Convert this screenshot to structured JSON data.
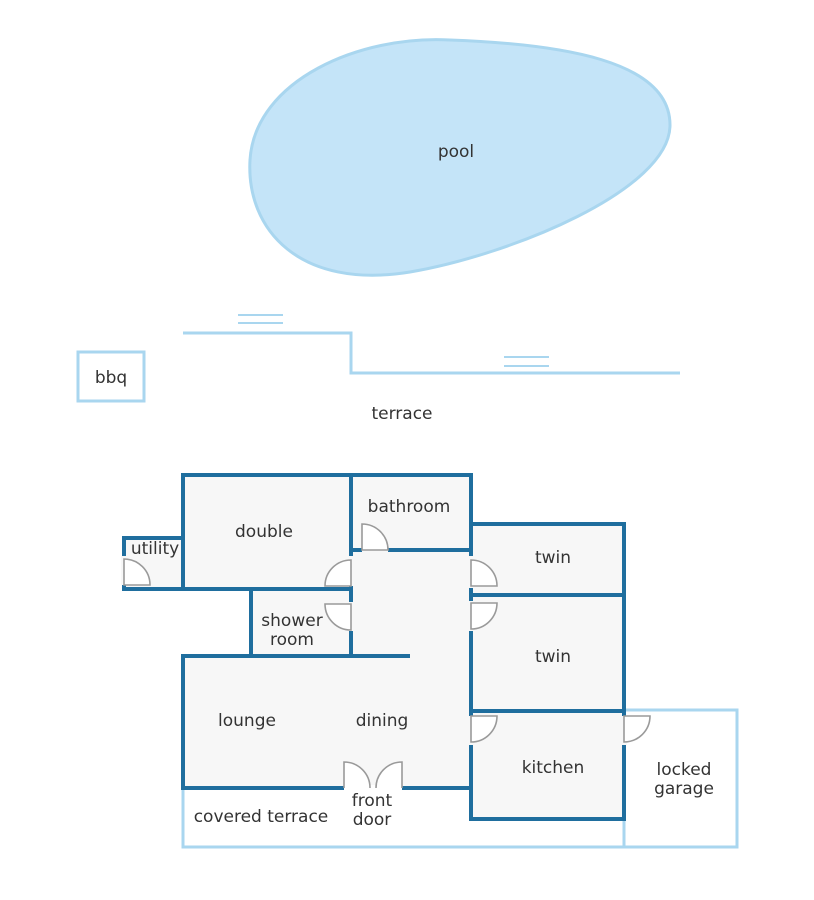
{
  "labels": {
    "pool": "pool",
    "bbq": "bbq",
    "terrace": "terrace",
    "utility": "utility",
    "double": "double",
    "bathroom": "bathroom",
    "twin_upper": "twin",
    "twin_lower": "twin",
    "shower_room_line1": "shower",
    "shower_room_line2": "room",
    "lounge": "lounge",
    "dining": "dining",
    "kitchen": "kitchen",
    "locked_garage_line1": "locked",
    "locked_garage_line2": "garage",
    "covered_terrace": "covered terrace",
    "front_door_line1": "front",
    "front_door_line2": "door"
  },
  "colors": {
    "wall": "#1f6e9e",
    "outdoor_outline": "#a9d6ef",
    "pool_fill": "#c4e4f8",
    "floor": "#f7f7f7"
  }
}
